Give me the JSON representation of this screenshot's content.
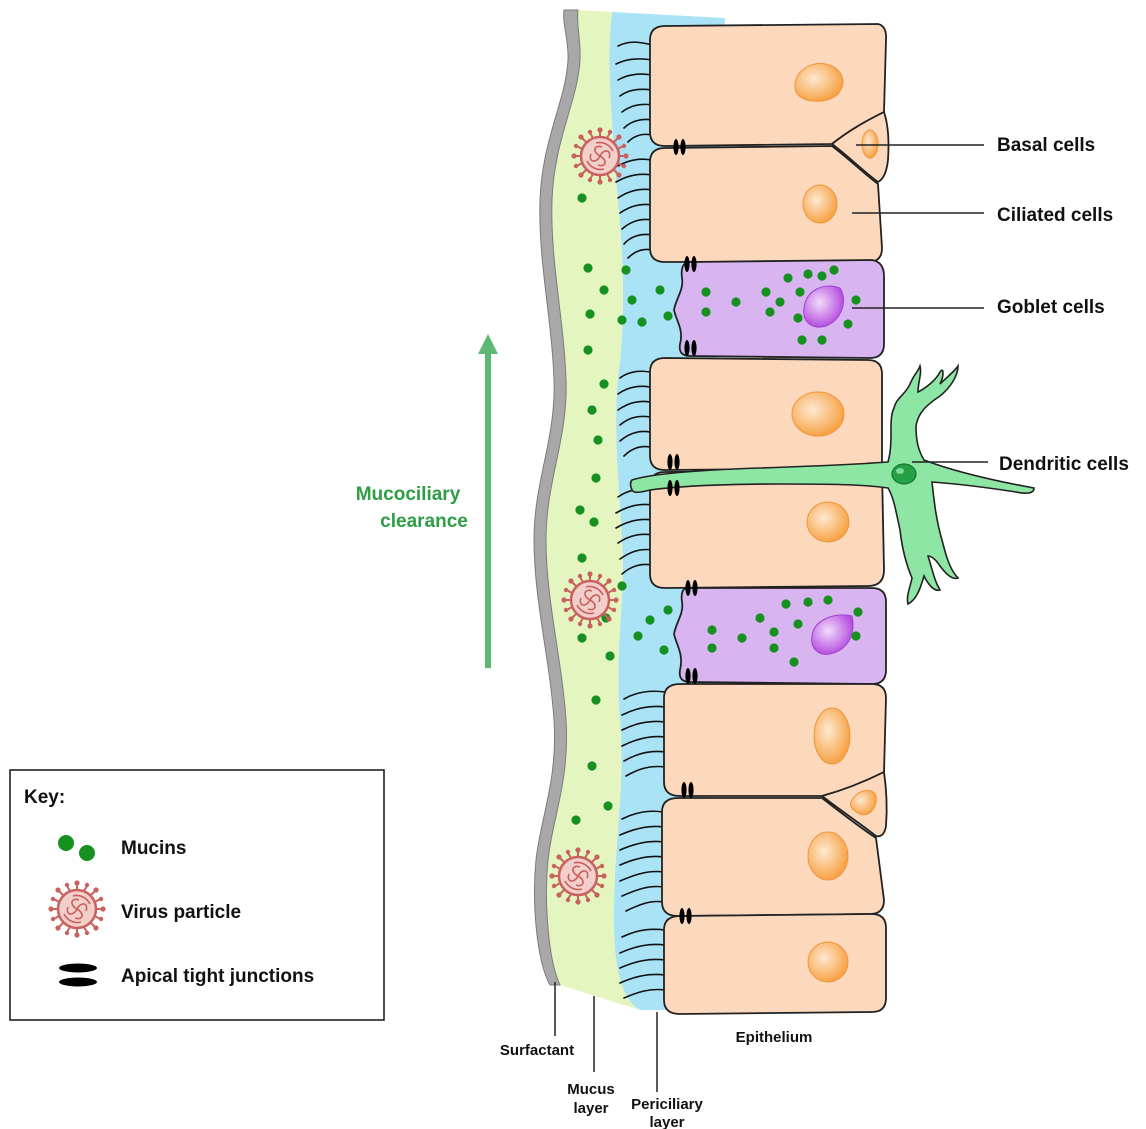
{
  "labels": {
    "basal": "Basal cells",
    "ciliated": "Ciliated cells",
    "goblet": "Goblet cells",
    "dendritic": "Dendritic cells",
    "mcc_line1": "Mucociliary",
    "mcc_line2": "clearance",
    "surfactant": "Surfactant",
    "mucus_line1": "Mucus",
    "mucus_line2": "layer",
    "pcl_line1": "Periciliary",
    "pcl_line2": "layer",
    "epithelium": "Epithelium"
  },
  "key": {
    "title": "Key:",
    "items": [
      {
        "label": "Mucins",
        "icon": "mucin-icon"
      },
      {
        "label": "Virus particle",
        "icon": "virus-icon"
      },
      {
        "label": "Apical tight junctions",
        "icon": "tight-junction-icon"
      }
    ]
  },
  "colors": {
    "cell": "#fcd9bd",
    "goblet": "#d8b4f0",
    "nucleus": "#f7a346",
    "goblet_nucleus": "#b54fe0",
    "mucus": "#e4f5c0",
    "periciliary": "#a9e3f5",
    "surfactant": "#a8a8a8",
    "mucin": "#16901f",
    "virus": "#c9625e",
    "dendritic": "#8ee6a4",
    "arrow": "#5cb874"
  }
}
